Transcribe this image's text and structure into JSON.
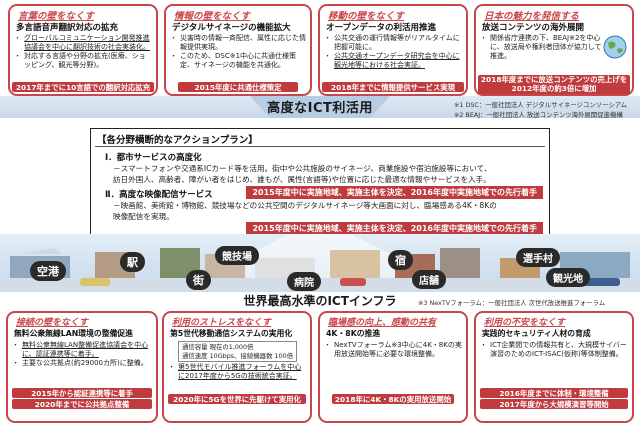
{
  "top_boxes": [
    {
      "title": "言葉の壁をなくす",
      "subtitle": "多言語音声翻訳対応の拡充",
      "bullets": [
        {
          "text": "グローバルコミュニケーション開発推進協議会を中心に翻訳技術の社会実装化。",
          "underline": true
        },
        {
          "text": "対応する言語や分野の拡充(医療、ショッピング、観光等分野)。",
          "underline": false
        }
      ],
      "banner": "2017年までに10言語での翻訳対応拡充"
    },
    {
      "title": "情報の壁をなくす",
      "subtitle": "デジタルサイネージの機能拡大",
      "bullets": [
        {
          "text": "災害時の情報一斉配信、属性に応じた情報提供実現。",
          "underline": false
        },
        {
          "text": "このため、DSC※1中心に共通仕様策定、サイネージの機能を共通化。",
          "underline": false
        }
      ],
      "banner": "2015年度に共通仕様策定"
    },
    {
      "title": "移動の壁をなくす",
      "subtitle": "オープンデータの利活用推進",
      "bullets": [
        {
          "text": "公共交通の運行情報等がリアルタイムに把握可能に。",
          "underline": false
        },
        {
          "text": "公共交通オープンデータ研究会を中心に観光地等における社会実証。",
          "underline": true
        }
      ],
      "banner": "2018年までに情報提供サービス実現"
    },
    {
      "title": "日本の魅力を発信する",
      "subtitle": "放送コンテンツの海外展開",
      "bullets": [
        {
          "text": "関係省庁連携の下、BEAJ※2を中心に、放送局や権利者団体が協力して推進。",
          "underline": false
        }
      ],
      "banner": "2018年度までに放送コンテンツの売上げを2012年度の約3倍に増加"
    }
  ],
  "header": {
    "title": "高度なICT利活用",
    "footnote1": "※1 DSC：一般社団法人 デジタルサイネージコンソーシアム",
    "footnote2": "※2 BEAJ：一般社団法人 放送コンテンツ海外展開促進機構"
  },
  "plan": {
    "title": "【各分野横断的なアクションプラン】",
    "item1_head": "Ⅰ．都市サービスの高度化",
    "item1_lines": [
      "－スマートフォンや交通系ICカード等を活用。街中や公共施設のサイネージ、商業施設や宿泊施設等において、",
      "訪日外国人、高齢者、障がい者をはじめ、誰もが、属性(言語等)や位置に応じた最適な情報やサービスを入手。"
    ],
    "item2_head": "Ⅱ．高度な映像配信サービス",
    "item2_lines": [
      "－映画館、美術館・博物館、競技場などの公共空間のデジタルサイネージ等大画面に対し、臨場感ある4K・8Kの",
      "映像配信を実現。"
    ],
    "banner": "2015年度中に実施地域、実施主体を決定、2016年度中実施地域での先行着手"
  },
  "scene_signs": [
    "空港",
    "駅",
    "街",
    "競技場",
    "病院",
    "宿",
    "店舗",
    "選手村",
    "観光地"
  ],
  "infra": {
    "title": "世界最高水準のICTインフラ",
    "footnote3": "※3 NexTVフォーラム：一般社団法人 次世代放送推進フォーラム"
  },
  "bottom_boxes": [
    {
      "title": "接続の壁をなくす",
      "subtitle": "無料公衆無線LAN環境の整備促進",
      "bullets": [
        {
          "text": "無料公衆無線LAN整備促進協議会を中心に、認証連携等に着手。",
          "underline": true
        },
        {
          "text": "主要な公共拠点(約29000カ所)に整備。",
          "underline": false
        }
      ],
      "banners": [
        "2015年から認証連携等に着手",
        "2020年までに公共拠点整備"
      ]
    },
    {
      "title": "利用のストレスをなくす",
      "subtitle": "第5世代移動通信システムの実用化",
      "spec_lines": [
        "通信容量 現在の1,000倍",
        "通信速度 10Gbps、接続機器数 100倍"
      ],
      "bullets": [
        {
          "text": "第5世代モバイル推進フォーラムを中心に2017年度から5Gの技術統合実証。",
          "underline": true
        }
      ],
      "banners": [
        "2020年に5Gを世界に先駆けて実用化"
      ]
    },
    {
      "title": "臨場感の向上、感動の共有",
      "subtitle": "4K・8Kの推進",
      "bullets": [
        {
          "text": "NexTVフォーラム※3中心に4K・8Kの実用放送開始等に必要な環境整備。",
          "underline": false
        }
      ],
      "banners": [
        "2018年に4K・8Kの実用放送開始"
      ]
    },
    {
      "title": "利用の不安をなくす",
      "subtitle": "実践的セキュリティ人材の育成",
      "bullets": [
        {
          "text": "ICT企業間での情報共有と、大規模サイバー演習のためのICT-ISAC(仮称)等体制整備。",
          "underline": false
        }
      ],
      "banners": [
        "2016年度までに体制・環境整備",
        "2017年度から大規模演習等開始"
      ]
    }
  ],
  "colors": {
    "accent_red": "#c8474a",
    "banner_red": "#bf3b3e",
    "header_band": "#c8d9ea",
    "infra_band": "#dce7f2"
  }
}
